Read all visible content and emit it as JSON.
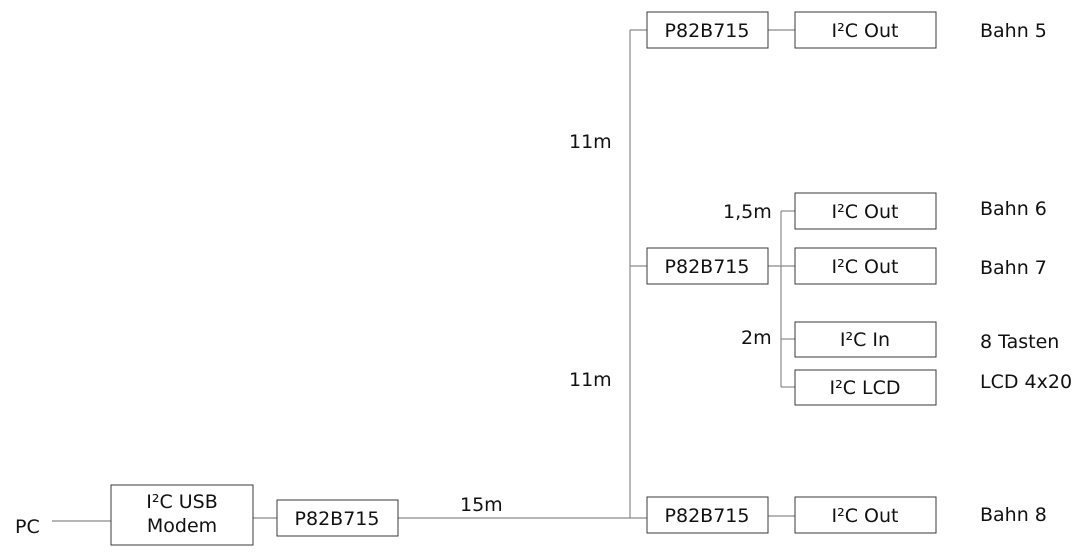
{
  "boxes": {
    "modem": {
      "line1": "I²C USB",
      "line2": "Modem"
    },
    "expander_main": "P82B715",
    "expander_top": "P82B715",
    "expander_mid": "P82B715",
    "expander_bottom": "P82B715",
    "out_bahn5": "I²C Out",
    "out_bahn6": "I²C Out",
    "out_bahn7": "I²C Out",
    "in_tasten": "I²C In",
    "lcd": "I²C LCD",
    "out_bahn8": "I²C Out"
  },
  "labels": {
    "pc": "PC",
    "cable_15m": "15m",
    "cable_11m_upper": "11m",
    "cable_11m_lower": "11m",
    "cable_1_5m": "1,5m",
    "cable_2m": "2m",
    "bahn5": "Bahn 5",
    "bahn6": "Bahn 6",
    "bahn7": "Bahn 7",
    "tasten": "8 Tasten",
    "lcd": "LCD 4x20",
    "bahn8": "Bahn 8"
  },
  "colors": {
    "box_stroke": "#3a3a3a",
    "wire": "#8a8a8a",
    "text": "#111111"
  }
}
